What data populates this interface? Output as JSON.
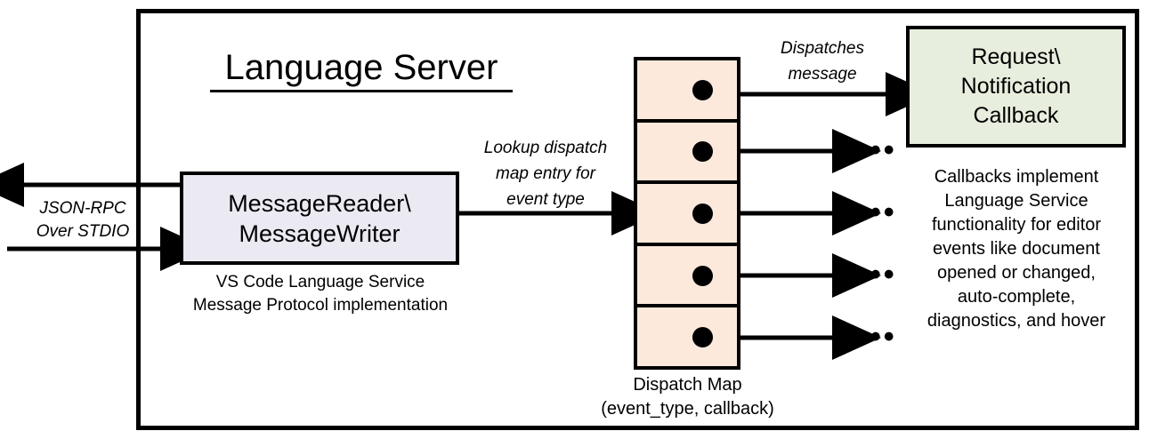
{
  "diagram": {
    "title": "Language Server",
    "container_name": "Language Server"
  },
  "message_node": {
    "line1": "MessageReader\\",
    "line2": "MessageWriter",
    "caption_line1": "VS Code Language Service",
    "caption_line2": "Message Protocol implementation",
    "fill_color": "#ebe9f2"
  },
  "transport": {
    "label_line1": "JSON-RPC",
    "label_line2": "Over STDIO"
  },
  "lookup_edge": {
    "label_line1": "Lookup dispatch",
    "label_line2": "map entry for",
    "label_line3": "event type"
  },
  "dispatch_map": {
    "caption_line1": "Dispatch Map",
    "caption_line2": "(event_type, callback)",
    "fill_color": "#fce9db",
    "rows": [
      {
        "id": "row-1",
        "has_dot": true
      },
      {
        "id": "row-2",
        "has_dot": true
      },
      {
        "id": "row-3",
        "has_dot": true
      },
      {
        "id": "row-4",
        "has_dot": true
      },
      {
        "id": "row-5",
        "has_dot": true
      }
    ]
  },
  "dispatch_edge": {
    "label_line1": "Dispatches",
    "label_line2": "message"
  },
  "callback_node": {
    "line1": "Request\\",
    "line2": "Notification",
    "line3": "Callback",
    "fill_color": "#e8eedd",
    "caption_line1": "Callbacks implement",
    "caption_line2": "Language Service",
    "caption_line3": "functionality for editor",
    "caption_line4": "events like document",
    "caption_line5": "opened or changed,",
    "caption_line6": "auto-complete,",
    "caption_line7": "diagnostics, and hover"
  },
  "ellipses": {
    "mark": "•••",
    "items": [
      {
        "id": "ellipsis-row-2"
      },
      {
        "id": "ellipsis-row-3"
      },
      {
        "id": "ellipsis-row-4"
      },
      {
        "id": "ellipsis-row-5"
      }
    ]
  },
  "colors": {
    "stroke": "#000000",
    "background": "#ffffff"
  }
}
